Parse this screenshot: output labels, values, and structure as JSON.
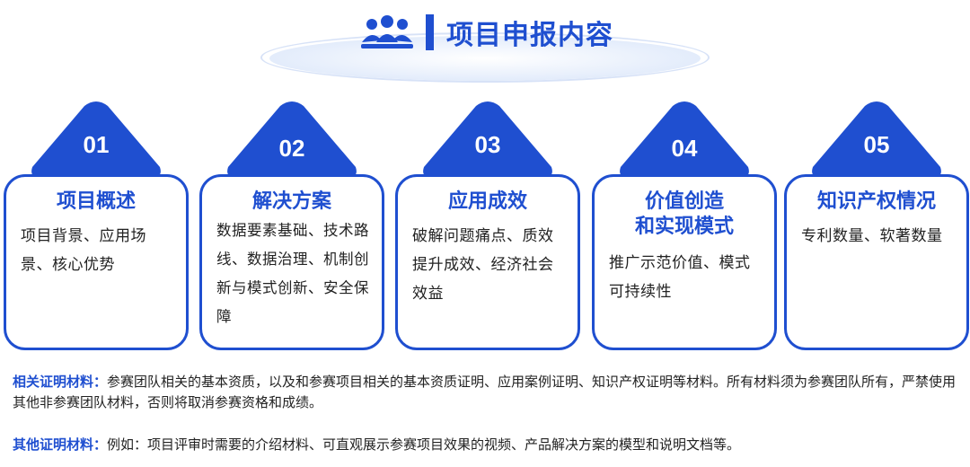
{
  "header": {
    "title": "项目申报内容",
    "icon": "people-icon",
    "accent": "#1f4fd0"
  },
  "cards": [
    {
      "num": "01",
      "title": "项目概述",
      "text": "项目背景、应用场景、核心优势"
    },
    {
      "num": "02",
      "title": "解决方案",
      "text": "数据要素基础、技术路线、数据治理、机制创新与模式创新、安全保障"
    },
    {
      "num": "03",
      "title": "应用成效",
      "text": "破解问题痛点、质效提升成效、经济社会效益"
    },
    {
      "num": "04",
      "title": "价值创造\n和实现模式",
      "text": "推广示范价值、模式可持续性"
    },
    {
      "num": "05",
      "title": "知识产权情况",
      "text": "专利数量、软著数量"
    }
  ],
  "footer": {
    "related_label": "相关证明材料：",
    "related_text": "参赛团队相关的基本资质，以及和参赛项目相关的基本资质证明、应用案例证明、知识产权证明等材料。所有材料须为参赛团队所有，严禁使用其他非参赛团队材料，否则将取消参赛资格和成绩。",
    "other_label": "其他证明材料：",
    "other_text": "例如：项目评审时需要的介绍材料、可直观展示参赛项目效果的视频、产品解决方案的模型和说明文档等。"
  }
}
